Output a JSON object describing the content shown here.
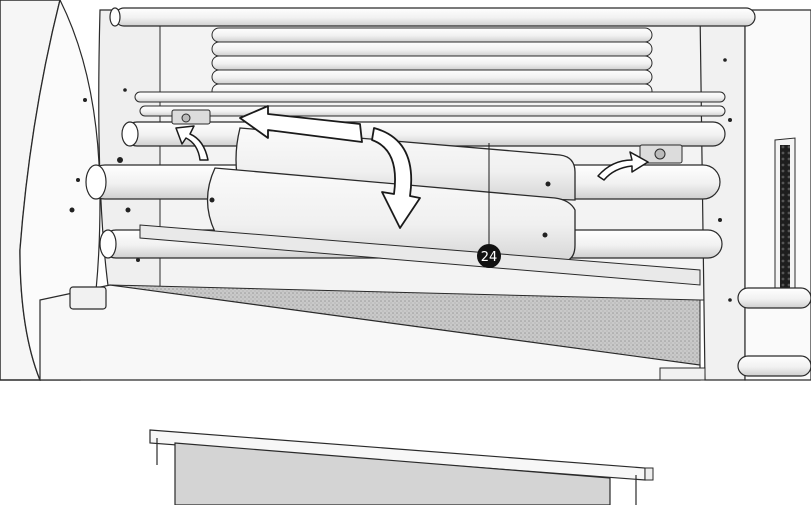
{
  "figure": {
    "description_kind": "technical-line-illustration",
    "callout": {
      "label": "24"
    },
    "colors": {
      "outline": "#2a2a2a",
      "tube_fill": "#f4f4f4",
      "panel_fill": "#ececec",
      "mesh_fill": "#bdbdbd",
      "arrow_fill": "#ffffff",
      "callout_fill": "#111111"
    },
    "icons": [
      "slide-arrow-left",
      "rotate-down-arrow",
      "lift-arrow-left",
      "lift-arrow-right"
    ]
  }
}
